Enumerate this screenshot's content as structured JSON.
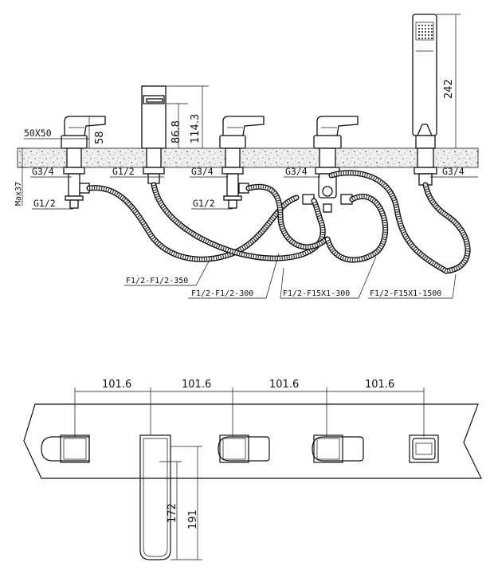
{
  "top_view": {
    "size_labels": {
      "handle_block": "50X50",
      "handle_height": "58",
      "spout_upper": "86.8",
      "spout_total": "114.3",
      "handshower_length": "242",
      "deck_max": "Max37"
    },
    "thread_labels": {
      "t1": "G3/4",
      "t2": "G1/2",
      "t3": "G3/4",
      "t4": "G3/4",
      "t5": "G3/4",
      "t6": "G1/2",
      "t7": "G1/2"
    },
    "hose_labels": {
      "h1": "F1/2-F1/2-350",
      "h2": "F1/2-F1/2-300",
      "h3": "F1/2-F15X1-300",
      "h4": "F1/2-F15X1-1500"
    }
  },
  "bottom_view": {
    "spacings": [
      "101.6",
      "101.6",
      "101.6",
      "101.6"
    ],
    "spout_dim_inner": "172",
    "spout_dim_outer": "191"
  }
}
